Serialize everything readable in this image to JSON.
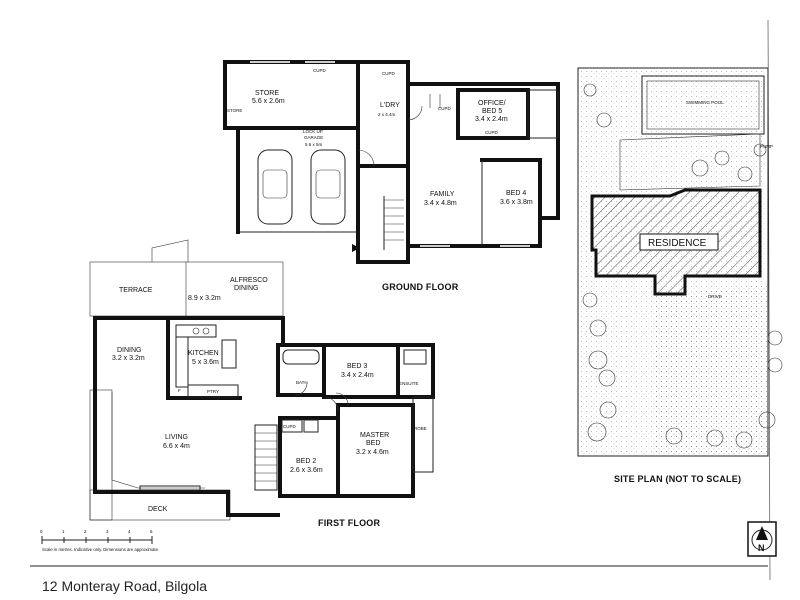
{
  "address": "12 Monteray Road, Bilgola",
  "floors": {
    "ground": {
      "title": "GROUND FLOOR",
      "rooms": {
        "store": {
          "name": "STORE",
          "dim": "5.6 x 2.6m"
        },
        "garage": {
          "name1": "LOCK UP",
          "name2": "GARAGE",
          "dim": "5.6 x 5m"
        },
        "laundry": {
          "name": "L'DRY",
          "dim": "2 x 4.4m"
        },
        "office": {
          "name1": "OFFICE/",
          "name2": "BED 5",
          "dim": "3.4 x 2.4m"
        },
        "family": {
          "name": "FAMILY",
          "dim": "3.4 x 4.8m"
        },
        "bed4": {
          "name": "BED 4",
          "dim": "3.6 x 3.8m"
        }
      },
      "small_labels": {
        "store_side": "STORE",
        "cupd_top": "CUPD",
        "cupd_office": "CUPD",
        "cupd_office2": "CUPD",
        "cupd_laundry": "CUPD"
      }
    },
    "first": {
      "title": "FIRST FLOOR",
      "rooms": {
        "terrace": {
          "name": "TERRACE"
        },
        "alfresco": {
          "name1": "ALFRESCO",
          "name2": "DINING",
          "dim": "8.9 x 3.2m"
        },
        "dining": {
          "name": "DINING",
          "dim": "3.2 x 3.2m"
        },
        "kitchen": {
          "name": "KITCHEN",
          "dim": "5 x 3.6m"
        },
        "bed3": {
          "name": "BED 3",
          "dim": "3.4 x 2.4m"
        },
        "bath": {
          "name": "BATH"
        },
        "living": {
          "name": "LIVING",
          "dim": "6.6 x 4m"
        },
        "bed2": {
          "name": "BED 2",
          "dim": "2.6 x 3.6m"
        },
        "master": {
          "name1": "MASTER",
          "name2": "BED",
          "dim": "3.2 x 4.6m"
        },
        "deck": {
          "name": "DECK"
        }
      },
      "small_labels": {
        "cupd": "CUPD",
        "robe_side": "ROBE",
        "ensuite": "ENSUITE",
        "f": "F",
        "ptry": "PTRY"
      }
    }
  },
  "site_plan": {
    "title": "SITE PLAN (NOT TO SCALE)",
    "residence": "RESIDENCE",
    "pool": "SWIMMING POOL",
    "pump": "PUMP",
    "drive": "DRIVE"
  },
  "scale_note": "Scale in metres. Indicative only. Dimensions are approximate.",
  "north_label": "N",
  "scale_ticks": [
    "0",
    "1",
    "2",
    "3",
    "4",
    "5"
  ]
}
